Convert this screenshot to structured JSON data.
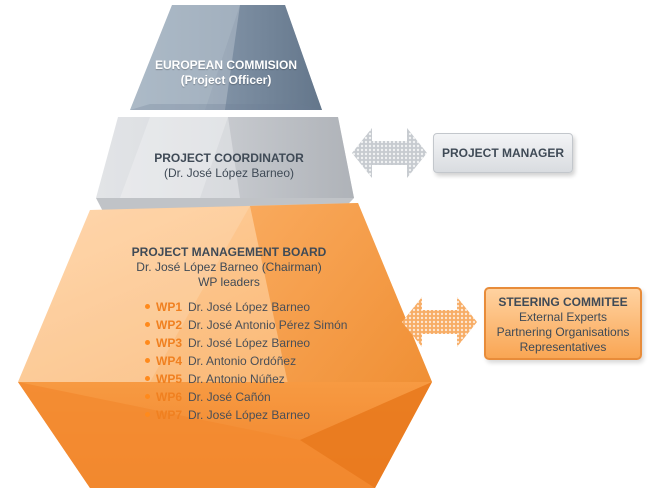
{
  "commission": {
    "title": "EUROPEAN COMMISION",
    "subtitle": "(Project Officer)"
  },
  "coordinator": {
    "title": "PROJECT COORDINATOR",
    "subtitle": "(Dr. José López Barneo)"
  },
  "board": {
    "title": "PROJECT MANAGEMENT BOARD",
    "chairman": "Dr. José López Barneo (Chairman)",
    "members": "WP leaders",
    "work_packages": [
      {
        "code": "WP1",
        "leader": "Dr. José López Barneo"
      },
      {
        "code": "WP2",
        "leader": "Dr. José Antonio Pérez Simón"
      },
      {
        "code": "WP3",
        "leader": "Dr. José López Barneo"
      },
      {
        "code": "WP4",
        "leader": "Dr. Antonio Ordóñez"
      },
      {
        "code": "WP5",
        "leader": "Dr. Antonio Núñez"
      },
      {
        "code": "WP6",
        "leader": "Dr. José Cañón"
      },
      {
        "code": "WP7",
        "leader": "Dr. José López Barneo"
      }
    ]
  },
  "project_manager": {
    "label": "PROJECT MANAGER"
  },
  "steering": {
    "title": "STEERING COMMITEE",
    "lines": [
      "External Experts",
      "Partnering Organisations",
      "Representatives"
    ]
  },
  "colors": {
    "commission": "#7f90a3",
    "coordinator": "#c9ccd1",
    "board": "#f6a14b",
    "accent": "#f08020",
    "text": "#3f4a56"
  }
}
